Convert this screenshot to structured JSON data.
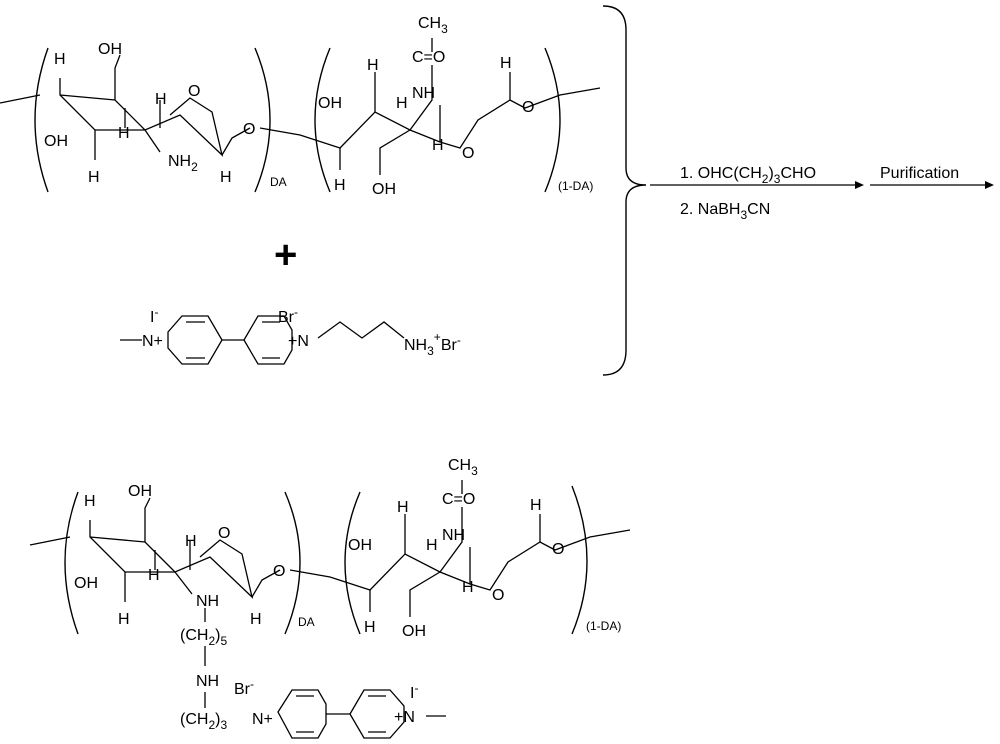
{
  "reagents": {
    "step1_prefix": "1. OHC(CH",
    "step1_sub": "2",
    "step1_mid": ")",
    "step1_sub2": "3",
    "step1_suffix": "CHO",
    "step2_prefix": "2. NaBH",
    "step2_sub": "3",
    "step2_suffix": "CN",
    "purification": "Purification"
  },
  "labels": {
    "O": "O",
    "H": "H",
    "OH": "OH",
    "NH": "NH",
    "NH2": "NH",
    "NH2_sub": "2",
    "CH3": "CH",
    "CH3_sub": "3",
    "C_eq_O": "C=O",
    "DA": "DA",
    "one_minus_DA": "(1-DA)",
    "plus": "+"
  },
  "viologen": {
    "iodide": "I",
    "iodide_charge": "-",
    "bromide": "Br",
    "bromide_charge": "-",
    "n_plus": "N+",
    "n_plus_right": "+N",
    "ammonium": "NH",
    "ammonium_sub": "3",
    "ammonium_charge": "+",
    "ammonium_counter": "Br",
    "ammonium_counter_charge": "-",
    "linker_ch2": "(CH",
    "linker_ch2_sub": "2",
    "linker_ch2_close": ")",
    "linker_n5": "5",
    "linker_n3": "3"
  }
}
